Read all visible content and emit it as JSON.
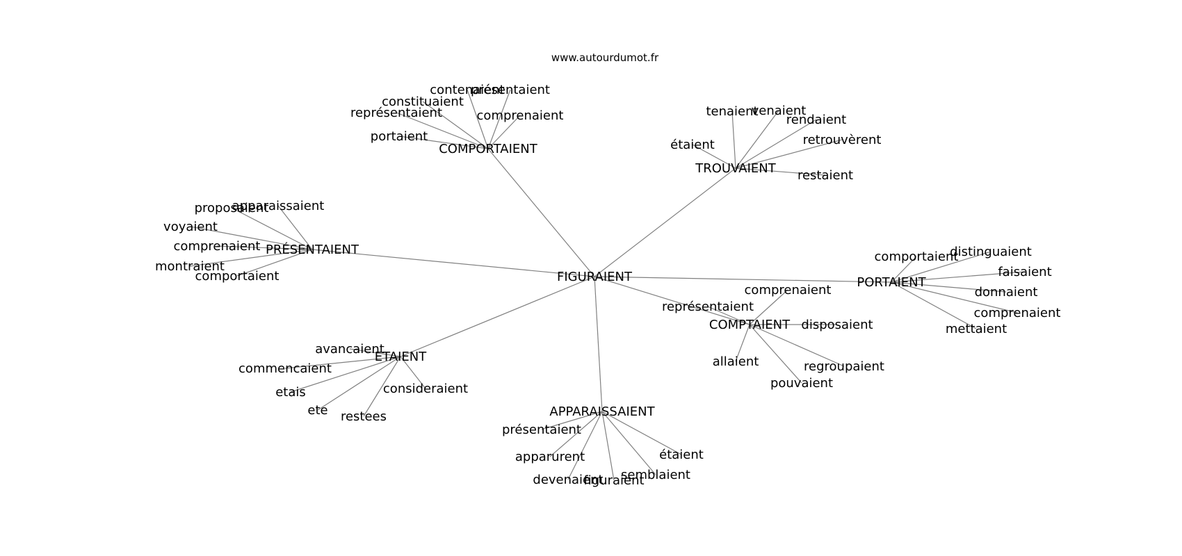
{
  "source": "www.autourdumot.fr",
  "root": "FIGURAIENT",
  "groups": [
    {
      "hub": "COMPORTAIENT",
      "children": [
        "contenaient",
        "présentaient",
        "constituaient",
        "représentaient",
        "comprenaient",
        "portaient"
      ]
    },
    {
      "hub": "TROUVAIENT",
      "children": [
        "tenaient",
        "venaient",
        "rendaient",
        "retrouvèrent",
        "étaient",
        "restaient"
      ]
    },
    {
      "hub": "PRÉSENTAIENT",
      "children": [
        "proposaient",
        "apparaissaient",
        "voyaient",
        "comprenaient",
        "montraient",
        "comportaient"
      ]
    },
    {
      "hub": "PORTAIENT",
      "children": [
        "comportaient",
        "distinguaient",
        "faisaient",
        "donnaient",
        "comprenaient",
        "mettaient"
      ]
    },
    {
      "hub": "COMPTAIENT",
      "children": [
        "comprenaient",
        "représentaient",
        "disposaient",
        "allaient",
        "regroupaient",
        "pouvaient"
      ]
    },
    {
      "hub": "ETAIENT",
      "children": [
        "avancaient",
        "commencaient",
        "consideraient",
        "etais",
        "ete",
        "restees"
      ]
    },
    {
      "hub": "APPARAISSAIENT",
      "children": [
        "présentaient",
        "apparurent",
        "étaient",
        "semblaient",
        "devenaient",
        "figuraient"
      ]
    }
  ]
}
